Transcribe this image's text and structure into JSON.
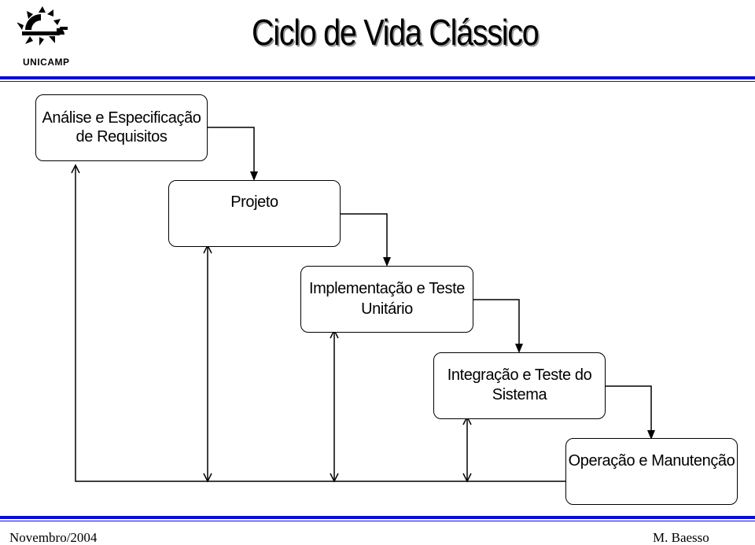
{
  "header": {
    "title": "Ciclo de Vida Clássico",
    "logo_text": "UNICAMP",
    "rule_color": "#0a0ae0"
  },
  "phases": [
    {
      "line1": "Análise e Especificação",
      "line2": "de Requisitos"
    },
    {
      "line1": "Projeto",
      "line2": ""
    },
    {
      "line1": "Implementação e Teste",
      "line2": "Unitário"
    },
    {
      "line1": "Integração e Teste do",
      "line2": "Sistema"
    },
    {
      "line1": "Operação e Manutenção",
      "line2": ""
    }
  ],
  "footer": {
    "date": "Novembro/2004",
    "author": "M. Baesso"
  }
}
